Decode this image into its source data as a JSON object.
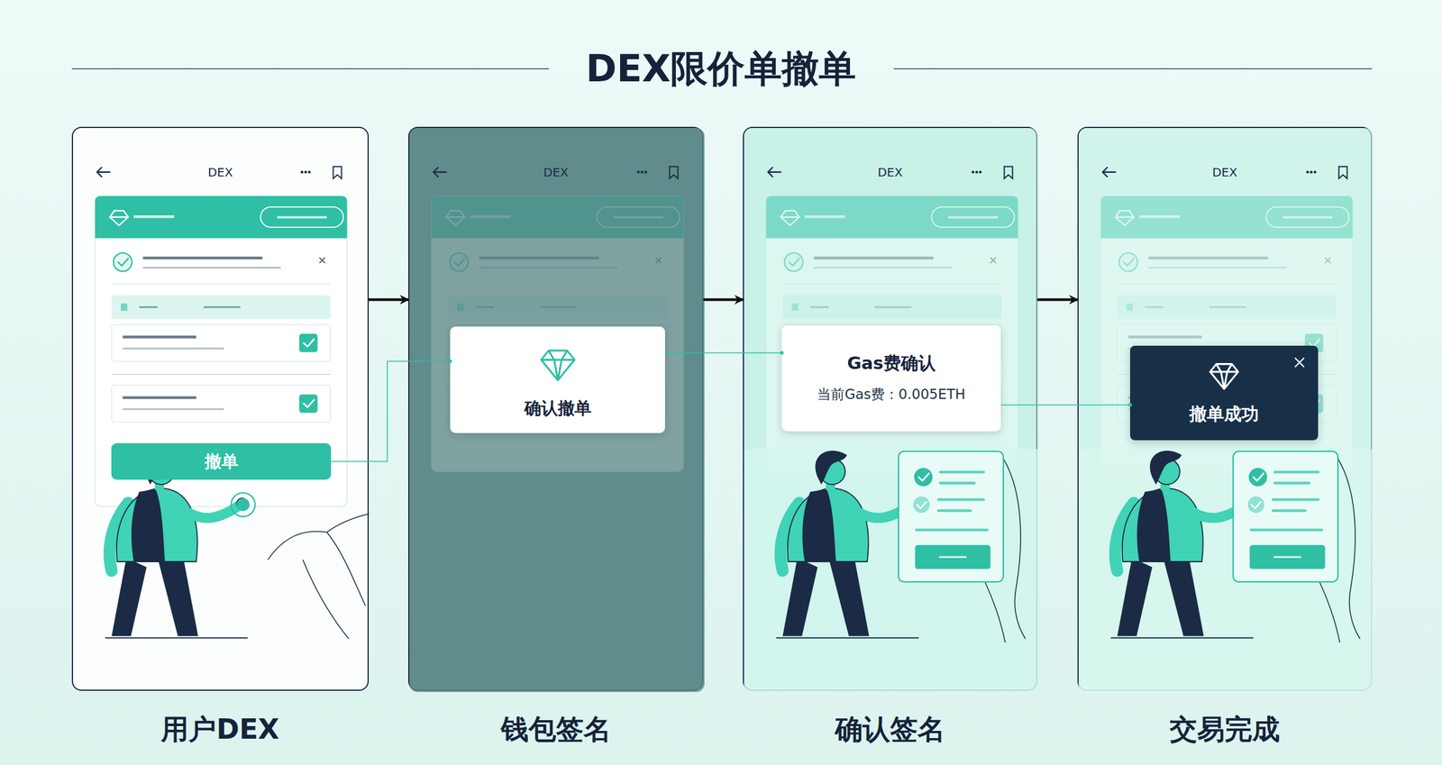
{
  "diagram": {
    "title": "DEX限价单撤单",
    "nodes": [
      {
        "text": [
          "DEX",
          "用户DEX"
        ]
      },
      {
        "text": [
          "撤单"
        ],
        "in": 0
      },
      {
        "text": [
          "DEX",
          "钱包签名"
        ]
      },
      {
        "text": [
          "确认撤单"
        ],
        "in": 2
      },
      {
        "text": [
          "DEX",
          "确认签名"
        ]
      },
      {
        "text": [
          "Gas费确认",
          "当前Gas费：0.005ETH"
        ],
        "in": 4
      },
      {
        "text": [
          "DEX",
          "交易完成"
        ]
      },
      {
        "text": [
          "撤单成功"
        ],
        "in": 6
      }
    ],
    "edges": [
      {
        "from": 0,
        "to": 2,
        "arrow": "to"
      },
      {
        "from": 2,
        "to": 4,
        "arrow": "to"
      },
      {
        "from": 4,
        "to": 6,
        "arrow": "to"
      },
      {
        "from": 1,
        "to": 3,
        "arrow": "none"
      },
      {
        "from": 3,
        "to": 5,
        "arrow": "none"
      },
      {
        "from": 5,
        "to": 7,
        "arrow": "none"
      }
    ]
  }
}
